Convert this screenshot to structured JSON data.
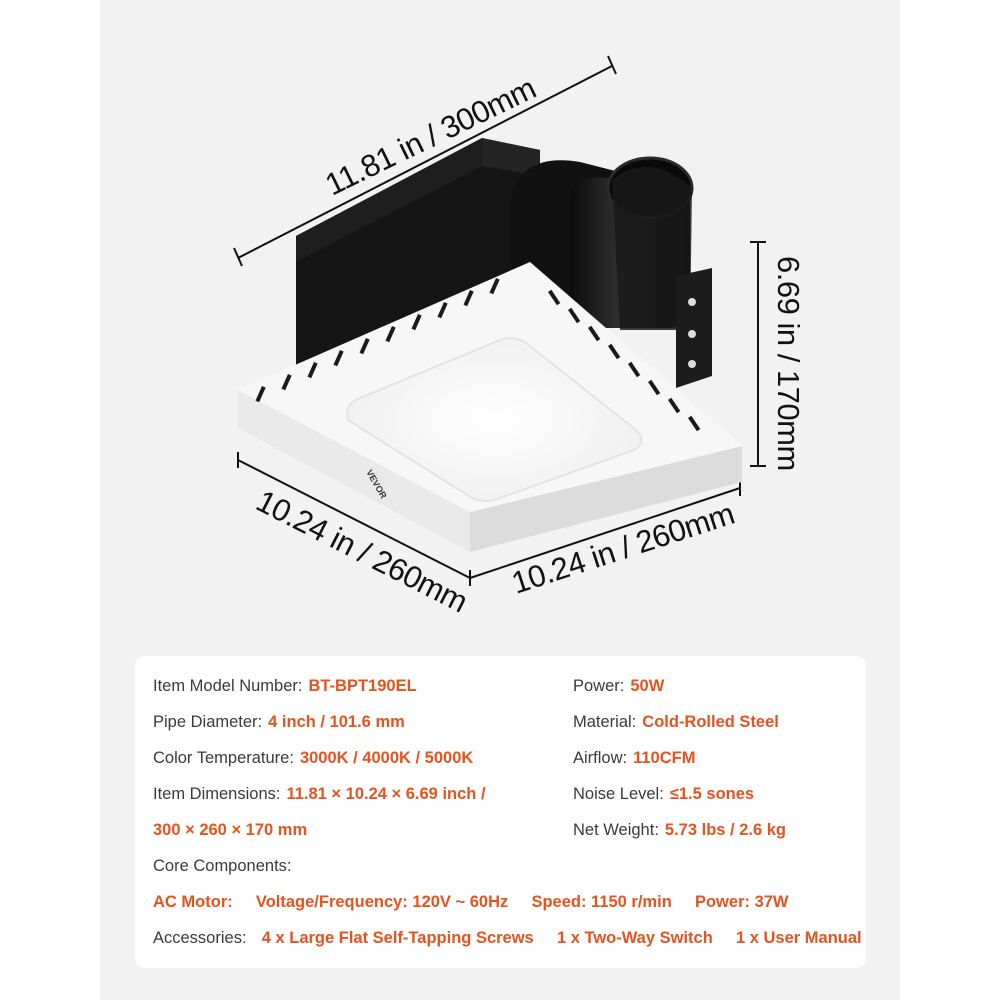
{
  "dimensions": {
    "width_top": "11.81 in / 300mm",
    "height_right": "6.69 in / 170mm",
    "depth_left": "10.24 in / 260mm",
    "depth_right": "10.24 in / 260mm"
  },
  "brand": {
    "logo_text": "VEVOR"
  },
  "colors": {
    "accent": "#e8521f",
    "label": "#3a3a3a",
    "panel": "#f2f2f2"
  },
  "specs": {
    "model_label": "Item Model Number:",
    "model_value": "BT-BPT190EL",
    "pipe_label": "Pipe Diameter:",
    "pipe_value": "4 inch / 101.6 mm",
    "color_temp_label": "Color Temperature:",
    "color_temp_value": "3000K / 4000K / 5000K",
    "dims_label": "Item Dimensions:",
    "dims_value_1": "11.81 × 10.24 × 6.69 inch /",
    "dims_value_2": "300 × 260 × 170 mm",
    "power_label": "Power:",
    "power_value": "50W",
    "material_label": "Material:",
    "material_value": "Cold-Rolled Steel",
    "airflow_label": "Airflow:",
    "airflow_value": "110CFM",
    "noise_label": "Noise Level:",
    "noise_value": "≤1.5 sones",
    "weight_label": "Net Weight:",
    "weight_value": "5.73 lbs / 2.6 kg",
    "core_label": "Core Components:",
    "motor_label": "AC Motor:",
    "voltage_label": "Voltage/Frequency: 120V ~ 60Hz",
    "speed_label": "Speed: 1150 r/min",
    "motor_power_label": "Power: 37W",
    "accessories_label": "Accessories:",
    "acc_1": "4 x Large Flat Self-Tapping Screws",
    "acc_2": "1 x Two-Way Switch",
    "acc_3": "1 x User Manual"
  }
}
